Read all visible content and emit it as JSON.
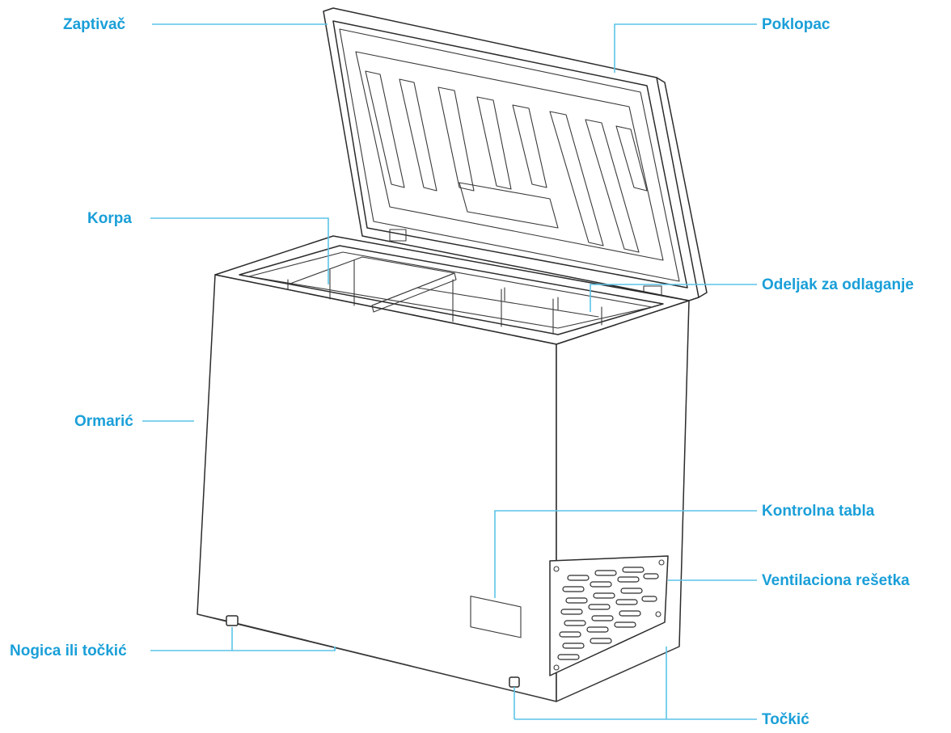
{
  "diagram": {
    "labels": {
      "zaptivac": "Zaptivač",
      "poklopac": "Poklopac",
      "korpa": "Korpa",
      "odeljak": "Odeljak za odlaganje",
      "ormaric": "Ormarić",
      "kontrolna_tabla": "Kontrolna tabla",
      "ventilaciona_resetka": "Ventilaciona rešetka",
      "nogica": "Nogica ili točkić",
      "tockic": "Točkić"
    },
    "colors": {
      "label": "#1a9fd8",
      "leader_line": "#5cc4e8",
      "drawing": "#2b2b2b",
      "background": "#ffffff"
    }
  }
}
